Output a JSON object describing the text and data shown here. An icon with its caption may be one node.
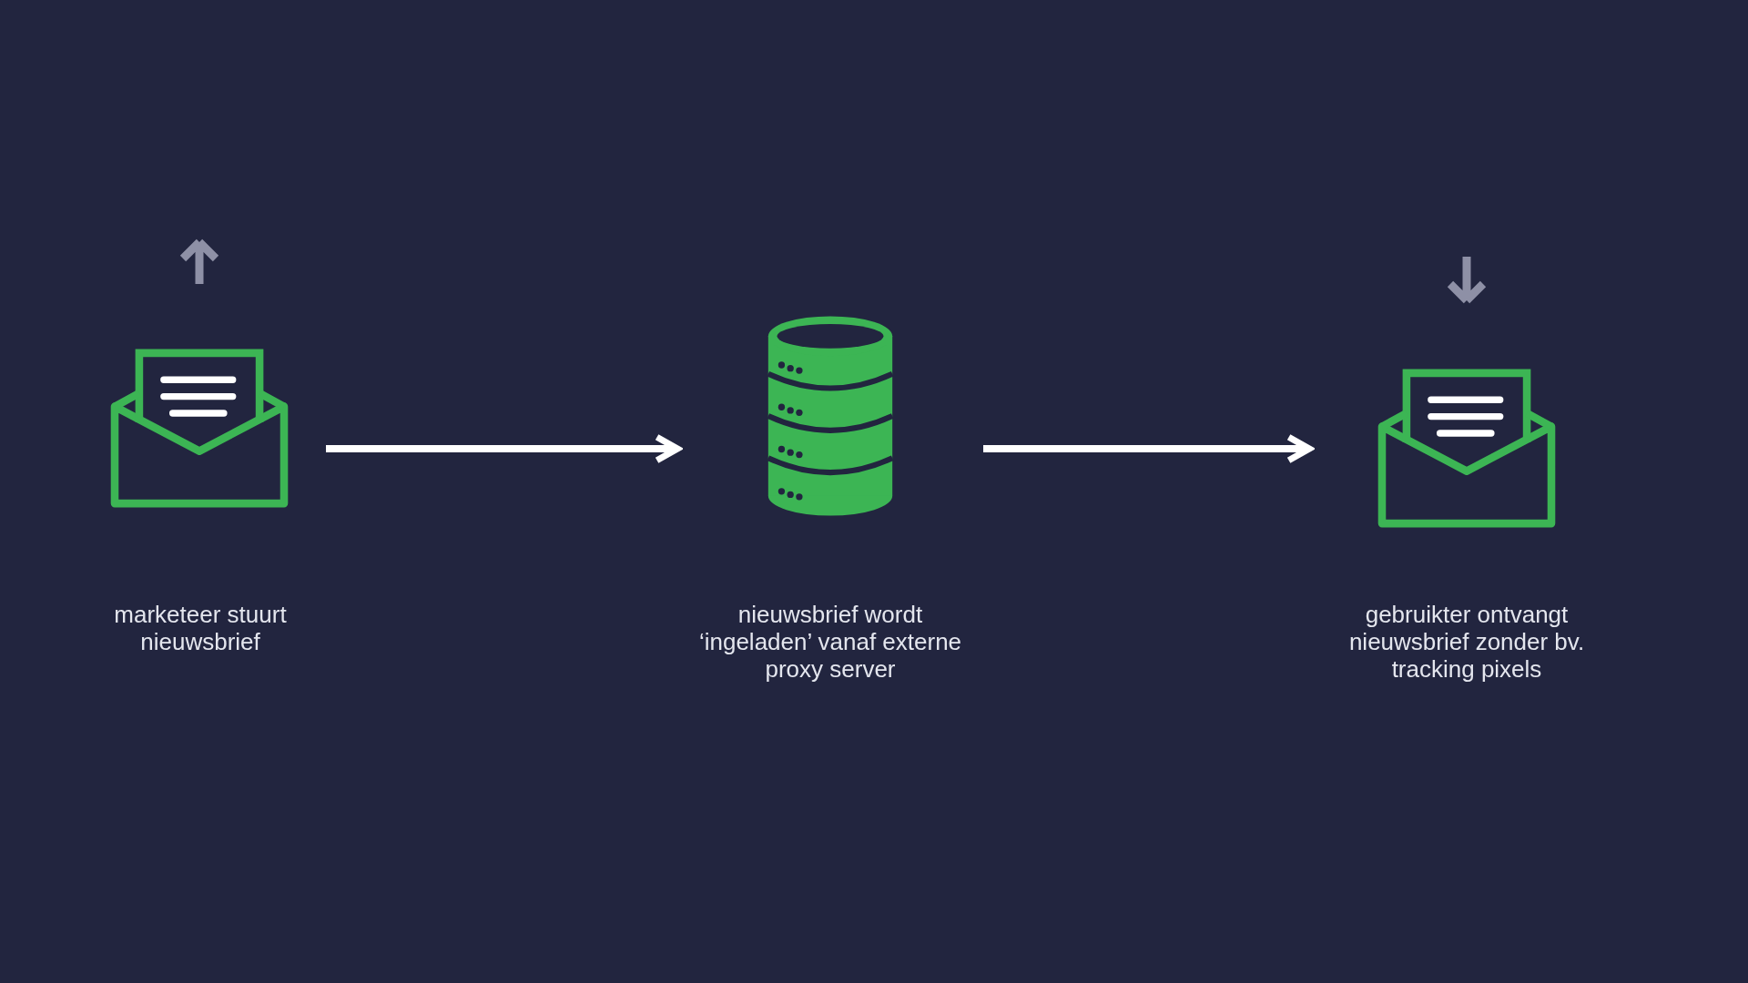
{
  "diagram": {
    "nodes": [
      {
        "text": [
          "marketeer stuurt nieuwsbrief"
        ]
      },
      {
        "text": [
          "nieuwsbrief wordt ‘ingeladen’ vanaf externe proxy server"
        ]
      },
      {
        "text": [
          "gebruikter ontvangt nieuwsbrief zonder bv. tracking pixels"
        ]
      }
    ],
    "edges": [
      {
        "from": 0,
        "to": 1,
        "arrow": "to"
      },
      {
        "from": 1,
        "to": 2,
        "arrow": "to"
      }
    ]
  }
}
